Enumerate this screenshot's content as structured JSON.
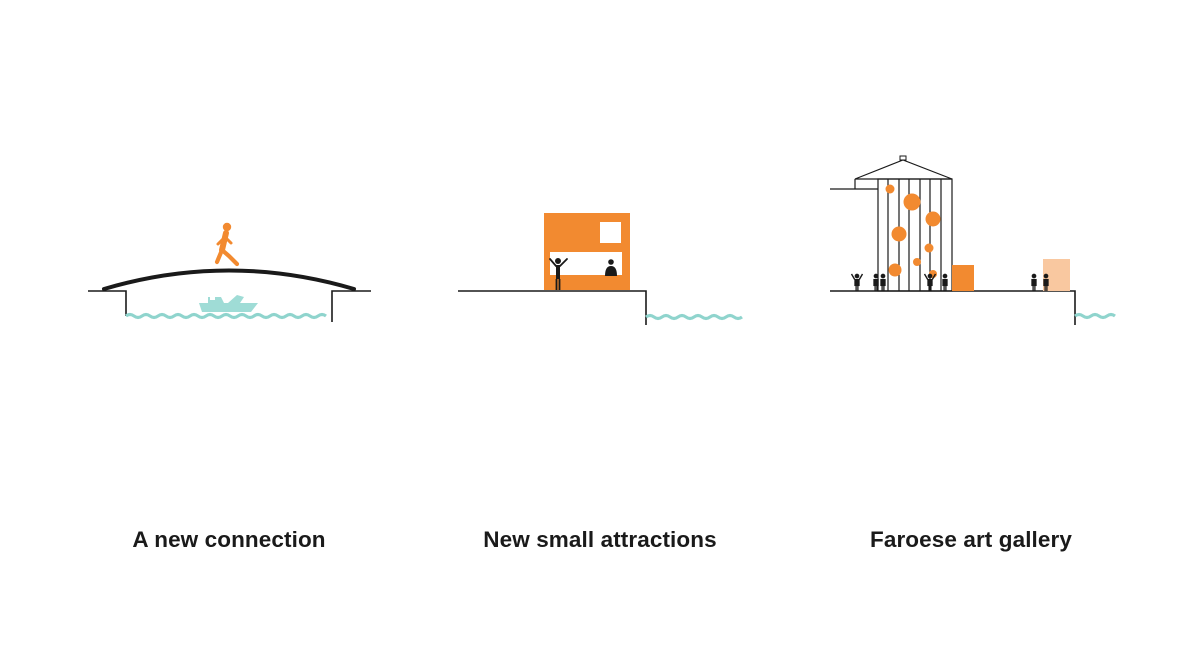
{
  "panels": [
    {
      "id": "connection",
      "caption": "A new connection"
    },
    {
      "id": "attractions",
      "caption": "New small attractions"
    },
    {
      "id": "gallery",
      "caption": "Faroese art gallery"
    }
  ],
  "colors": {
    "ink": "#1a1a1a",
    "orange": "#f28a30",
    "orange_light": "#f9c8a0",
    "water": "#8fd4cd",
    "boat": "#9fdcd6"
  },
  "icons": {
    "walker": "pedestrian-icon",
    "boat": "boat-icon",
    "person": "person-icon"
  }
}
